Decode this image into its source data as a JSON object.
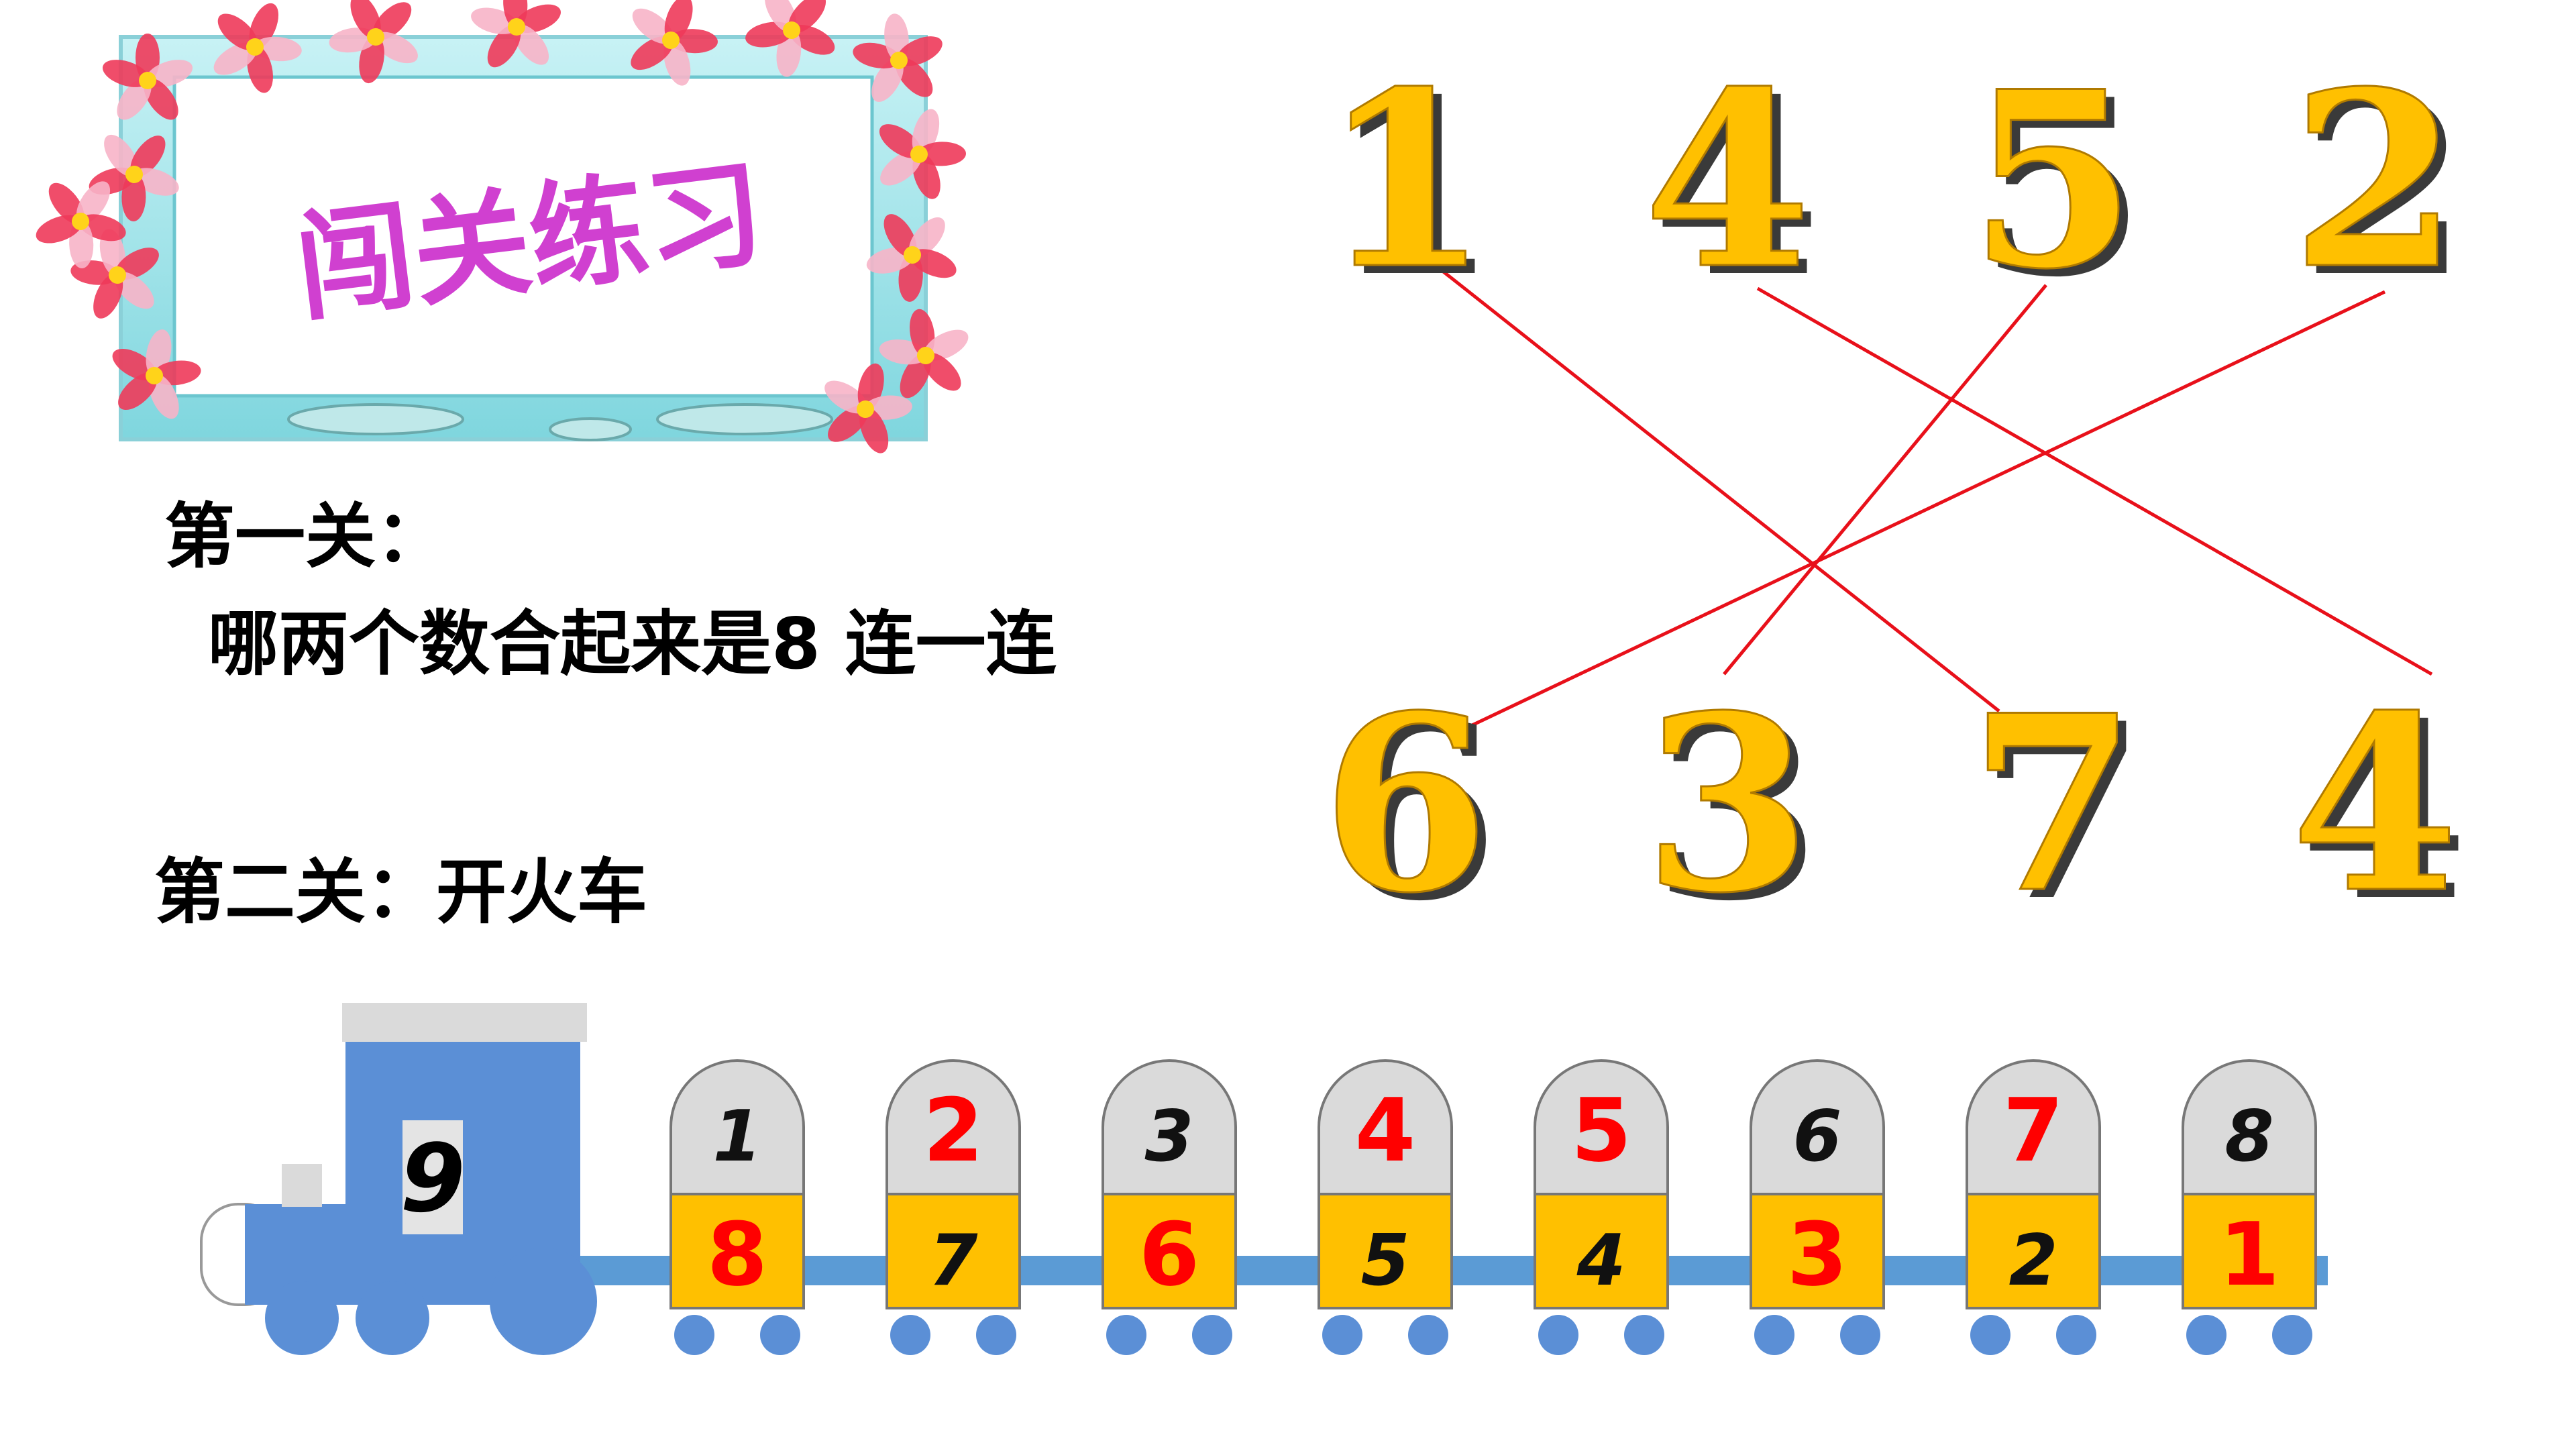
{
  "banner": {
    "title": "闯关练习"
  },
  "level1": {
    "label": "第一关：",
    "instruction": "哪两个数合起来是8  连一连",
    "top_numbers": [
      "1",
      "4",
      "5",
      "2"
    ],
    "bottom_numbers": [
      "6",
      "3",
      "7",
      "4"
    ],
    "connections": [
      [
        0,
        2
      ],
      [
        1,
        3
      ],
      [
        2,
        1
      ],
      [
        3,
        0
      ]
    ]
  },
  "level2": {
    "label": "第二关：开火车",
    "engine_number": "9",
    "cars": [
      {
        "top": "1",
        "bottom": "8",
        "top_red": false,
        "bottom_red": true
      },
      {
        "top": "2",
        "bottom": "7",
        "top_red": true,
        "bottom_red": false
      },
      {
        "top": "3",
        "bottom": "6",
        "top_red": false,
        "bottom_red": true
      },
      {
        "top": "4",
        "bottom": "5",
        "top_red": true,
        "bottom_red": false
      },
      {
        "top": "5",
        "bottom": "4",
        "top_red": true,
        "bottom_red": false
      },
      {
        "top": "6",
        "bottom": "3",
        "top_red": false,
        "bottom_red": true
      },
      {
        "top": "7",
        "bottom": "2",
        "top_red": true,
        "bottom_red": false
      },
      {
        "top": "8",
        "bottom": "1",
        "top_red": false,
        "bottom_red": true
      }
    ]
  },
  "colors": {
    "digit_gold": "#FFC000",
    "digit_shadow": "#3a3a3a",
    "line_red": "#E8101A",
    "engine_blue": "#5B8FD6",
    "car_gold": "#FFC000",
    "dome_gray": "#DADADA",
    "rail_blue": "#5B9BD5",
    "red_text": "#FF0000",
    "title_pink": "#D040D0",
    "frame_cyan": "#9CE3E9"
  }
}
